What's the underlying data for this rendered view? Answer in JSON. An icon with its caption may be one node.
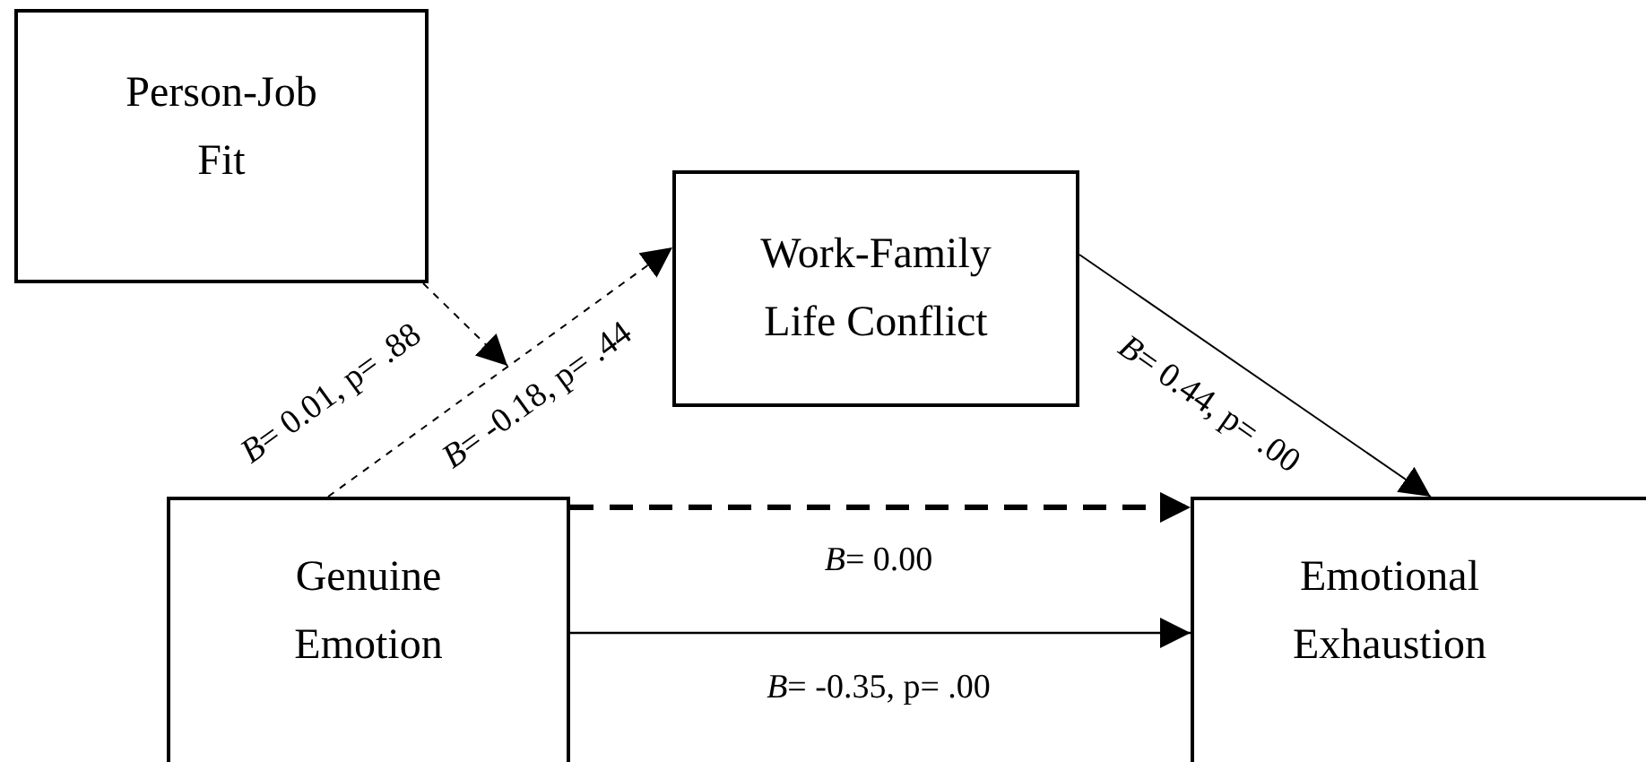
{
  "diagram": {
    "nodes": [
      {
        "text": [
          "Person-Job Fit"
        ]
      },
      {
        "text": [
          "Work-Family Life Conflict"
        ]
      },
      {
        "text": [
          "Genuine Emotion"
        ]
      },
      {
        "text": [
          "Emotional Exhaustion"
        ]
      }
    ],
    "edges": [
      {
        "from": 0,
        "to": null,
        "arrow": "to",
        "style": "dashed",
        "label": "*B*= 0.01, p= .88"
      },
      {
        "from": 2,
        "to": 1,
        "arrow": "to",
        "style": "dashed",
        "label": "*B*= -0.18, p= .44"
      },
      {
        "from": 1,
        "to": 3,
        "arrow": "to",
        "label": "*B*= 0.44, p= .00"
      },
      {
        "from": 2,
        "to": 3,
        "arrow": "to",
        "style": "dashed",
        "label": "*B*= 0.00"
      },
      {
        "from": 2,
        "to": 3,
        "arrow": "to",
        "label": "*B*= -0.35, p= .00"
      }
    ]
  }
}
